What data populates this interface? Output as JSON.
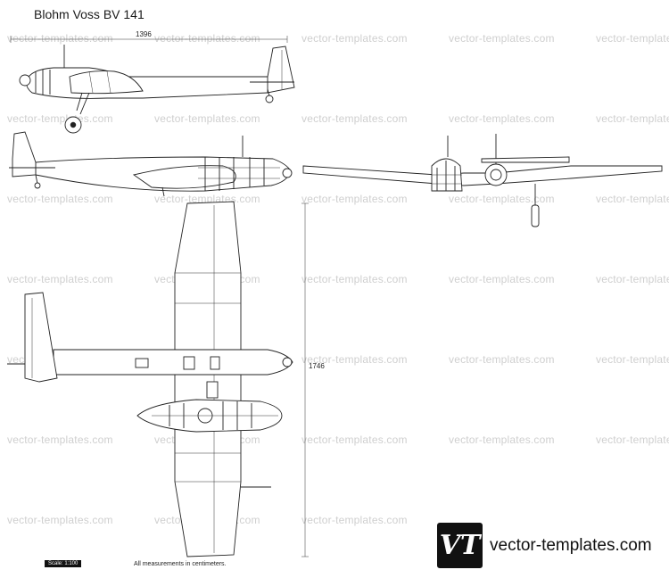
{
  "title": "Blohm Voss BV 141",
  "watermark_text": "vector-templates.com",
  "dimensions": {
    "length": "1396",
    "span": "1746"
  },
  "scale": "Scale: 1:100",
  "note": "All measurements in centimeters.",
  "logo": {
    "mark": "VT",
    "text": "vector-templates.com"
  }
}
